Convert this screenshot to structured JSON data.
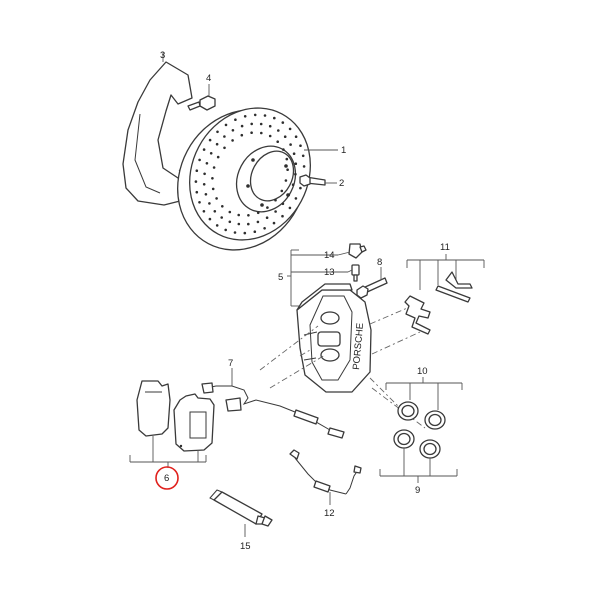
{
  "callouts": [
    {
      "id": "1",
      "label": "1"
    },
    {
      "id": "2",
      "label": "2"
    },
    {
      "id": "3",
      "label": "3"
    },
    {
      "id": "4",
      "label": "4"
    },
    {
      "id": "5",
      "label": "5"
    },
    {
      "id": "6",
      "label": "6"
    },
    {
      "id": "7",
      "label": "7"
    },
    {
      "id": "8",
      "label": "8"
    },
    {
      "id": "9",
      "label": "9"
    },
    {
      "id": "10",
      "label": "10"
    },
    {
      "id": "11",
      "label": "11"
    },
    {
      "id": "12",
      "label": "12"
    },
    {
      "id": "13",
      "label": "13"
    },
    {
      "id": "14",
      "label": "14"
    },
    {
      "id": "15",
      "label": "15"
    }
  ],
  "highlighted_callout": "6",
  "colors": {
    "line": "#3a3a3a",
    "highlight": "#e0201c",
    "background": "#ffffff"
  },
  "caliper_lettering": "PORSCHE"
}
